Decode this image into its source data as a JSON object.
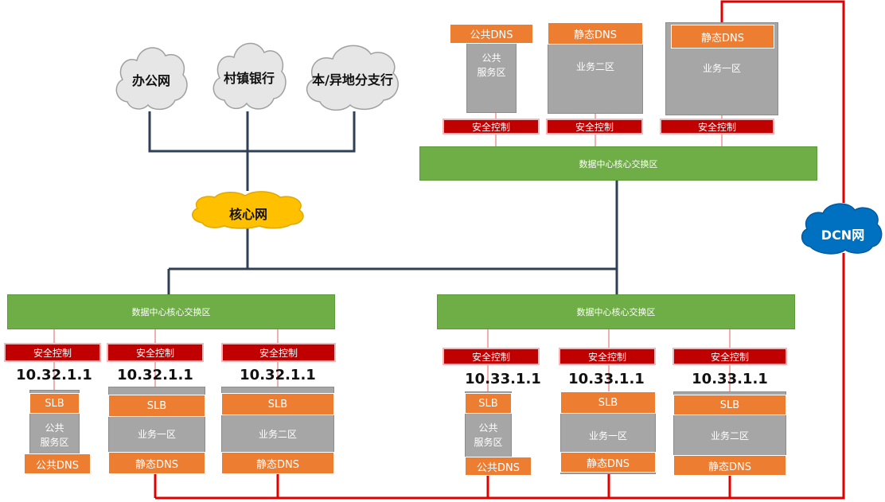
{
  "clouds": {
    "office": "办公网",
    "village_bank": "村镇银行",
    "branch": "本/异地分支行",
    "core": "核心网",
    "dcn": "DCN网"
  },
  "colors": {
    "cloud_gray": "#e6e6e6",
    "core_cloud": "#ffc000",
    "dcn_cloud": "#0070c0",
    "core_switch": "#6fae46",
    "security": "#c00000",
    "dns_slb": "#ed7d31",
    "zone_box": "#a6a6a6",
    "red_link": "#e00000",
    "navy_link": "#2f3f55"
  },
  "top_dc": {
    "switch_label": "数据中心核心交换区",
    "security_label": "安全控制",
    "zones": [
      {
        "dns": "公共DNS",
        "zone": "公共\n服务区"
      },
      {
        "dns": "静态DNS",
        "zone": "业务二区"
      },
      {
        "dns": "静态DNS",
        "zone": "业务一区"
      }
    ]
  },
  "left_dc": {
    "switch_label": "数据中心核心交换区",
    "security_label": "安全控制",
    "ip": "10.32.1.1",
    "slb": "SLB",
    "zones": [
      {
        "zone": "公共\n服务区",
        "dns": "公共DNS"
      },
      {
        "zone": "业务一区",
        "dns": "静态DNS"
      },
      {
        "zone": "业务二区",
        "dns": "静态DNS"
      }
    ]
  },
  "right_dc": {
    "switch_label": "数据中心核心交换区",
    "security_label": "安全控制",
    "ip": "10.33.1.1",
    "slb": "SLB",
    "zones": [
      {
        "zone": "公共\n服务区",
        "dns": "公共DNS"
      },
      {
        "zone": "业务一区",
        "dns": "静态DNS"
      },
      {
        "zone": "业务二区",
        "dns": "静态DNS"
      }
    ]
  }
}
